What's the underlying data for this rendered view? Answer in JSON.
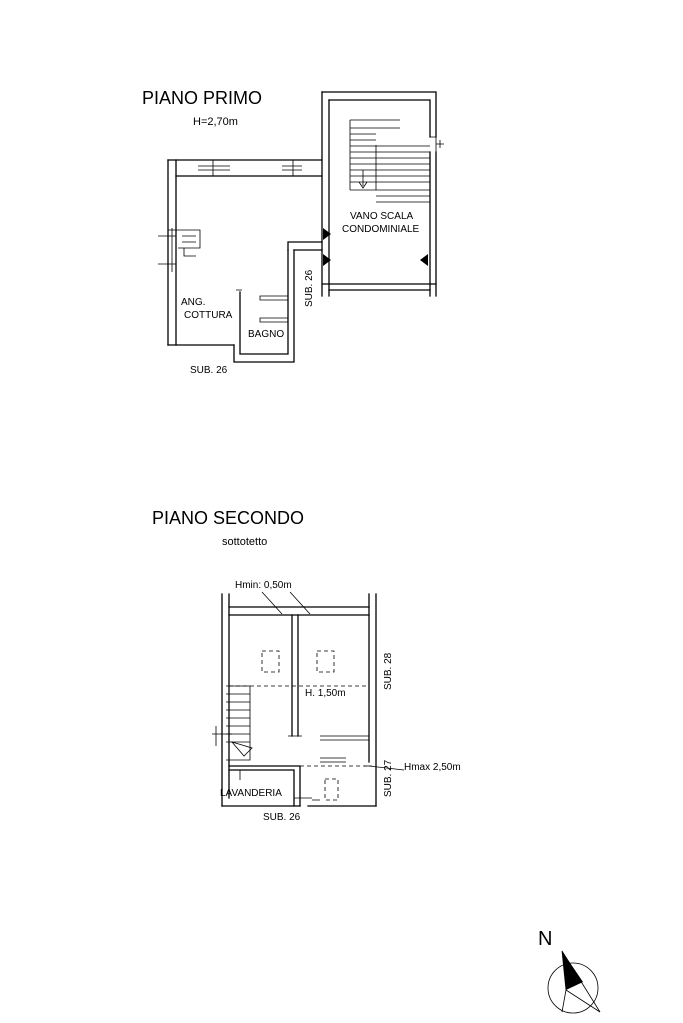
{
  "first_floor": {
    "title": "PIANO PRIMO",
    "height": "H=2,70m",
    "rooms": {
      "stair_line1": "VANO SCALA",
      "stair_line2": "CONDOMINIALE",
      "kitchen_line1": "ANG.",
      "kitchen_line2": "COTTURA",
      "bathroom": "BAGNO"
    },
    "sub_right": "SUB. 26",
    "sub_bottom": "SUB. 26"
  },
  "second_floor": {
    "title": "PIANO SECONDO",
    "subtitle": "sottotetto",
    "hmin": "Hmin: 0,50m",
    "hmid": "H. 1,50m",
    "hmax": "Hmax  2,50m",
    "laundry": "LAVANDERIA",
    "sub_28": "SUB. 28",
    "sub_27": "SUB. 27",
    "sub_bottom": "SUB. 26"
  },
  "compass": {
    "north_label": "N"
  }
}
